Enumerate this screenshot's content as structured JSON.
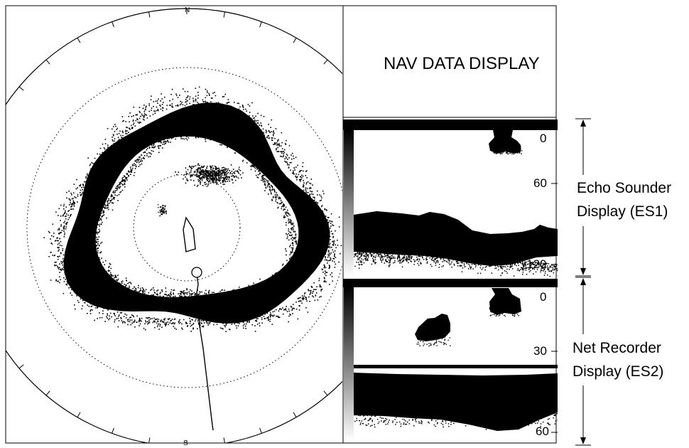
{
  "sonar": {
    "north_label": "N",
    "south_label": "S"
  },
  "nav": {
    "title": "NAV DATA DISPLAY"
  },
  "es1": {
    "caption_line1": "Echo Sounder",
    "caption_line2": "Display (ES1)",
    "scale_top": "0",
    "scale_mid": "60",
    "scale_bottom": "120"
  },
  "es2": {
    "caption_line1": "Net Recorder",
    "caption_line2": "Display (ES2)",
    "scale_top": "0",
    "scale_mid": "30",
    "scale_bottom": "60"
  },
  "colors": {
    "echo": "#000000",
    "background": "#ffffff"
  }
}
